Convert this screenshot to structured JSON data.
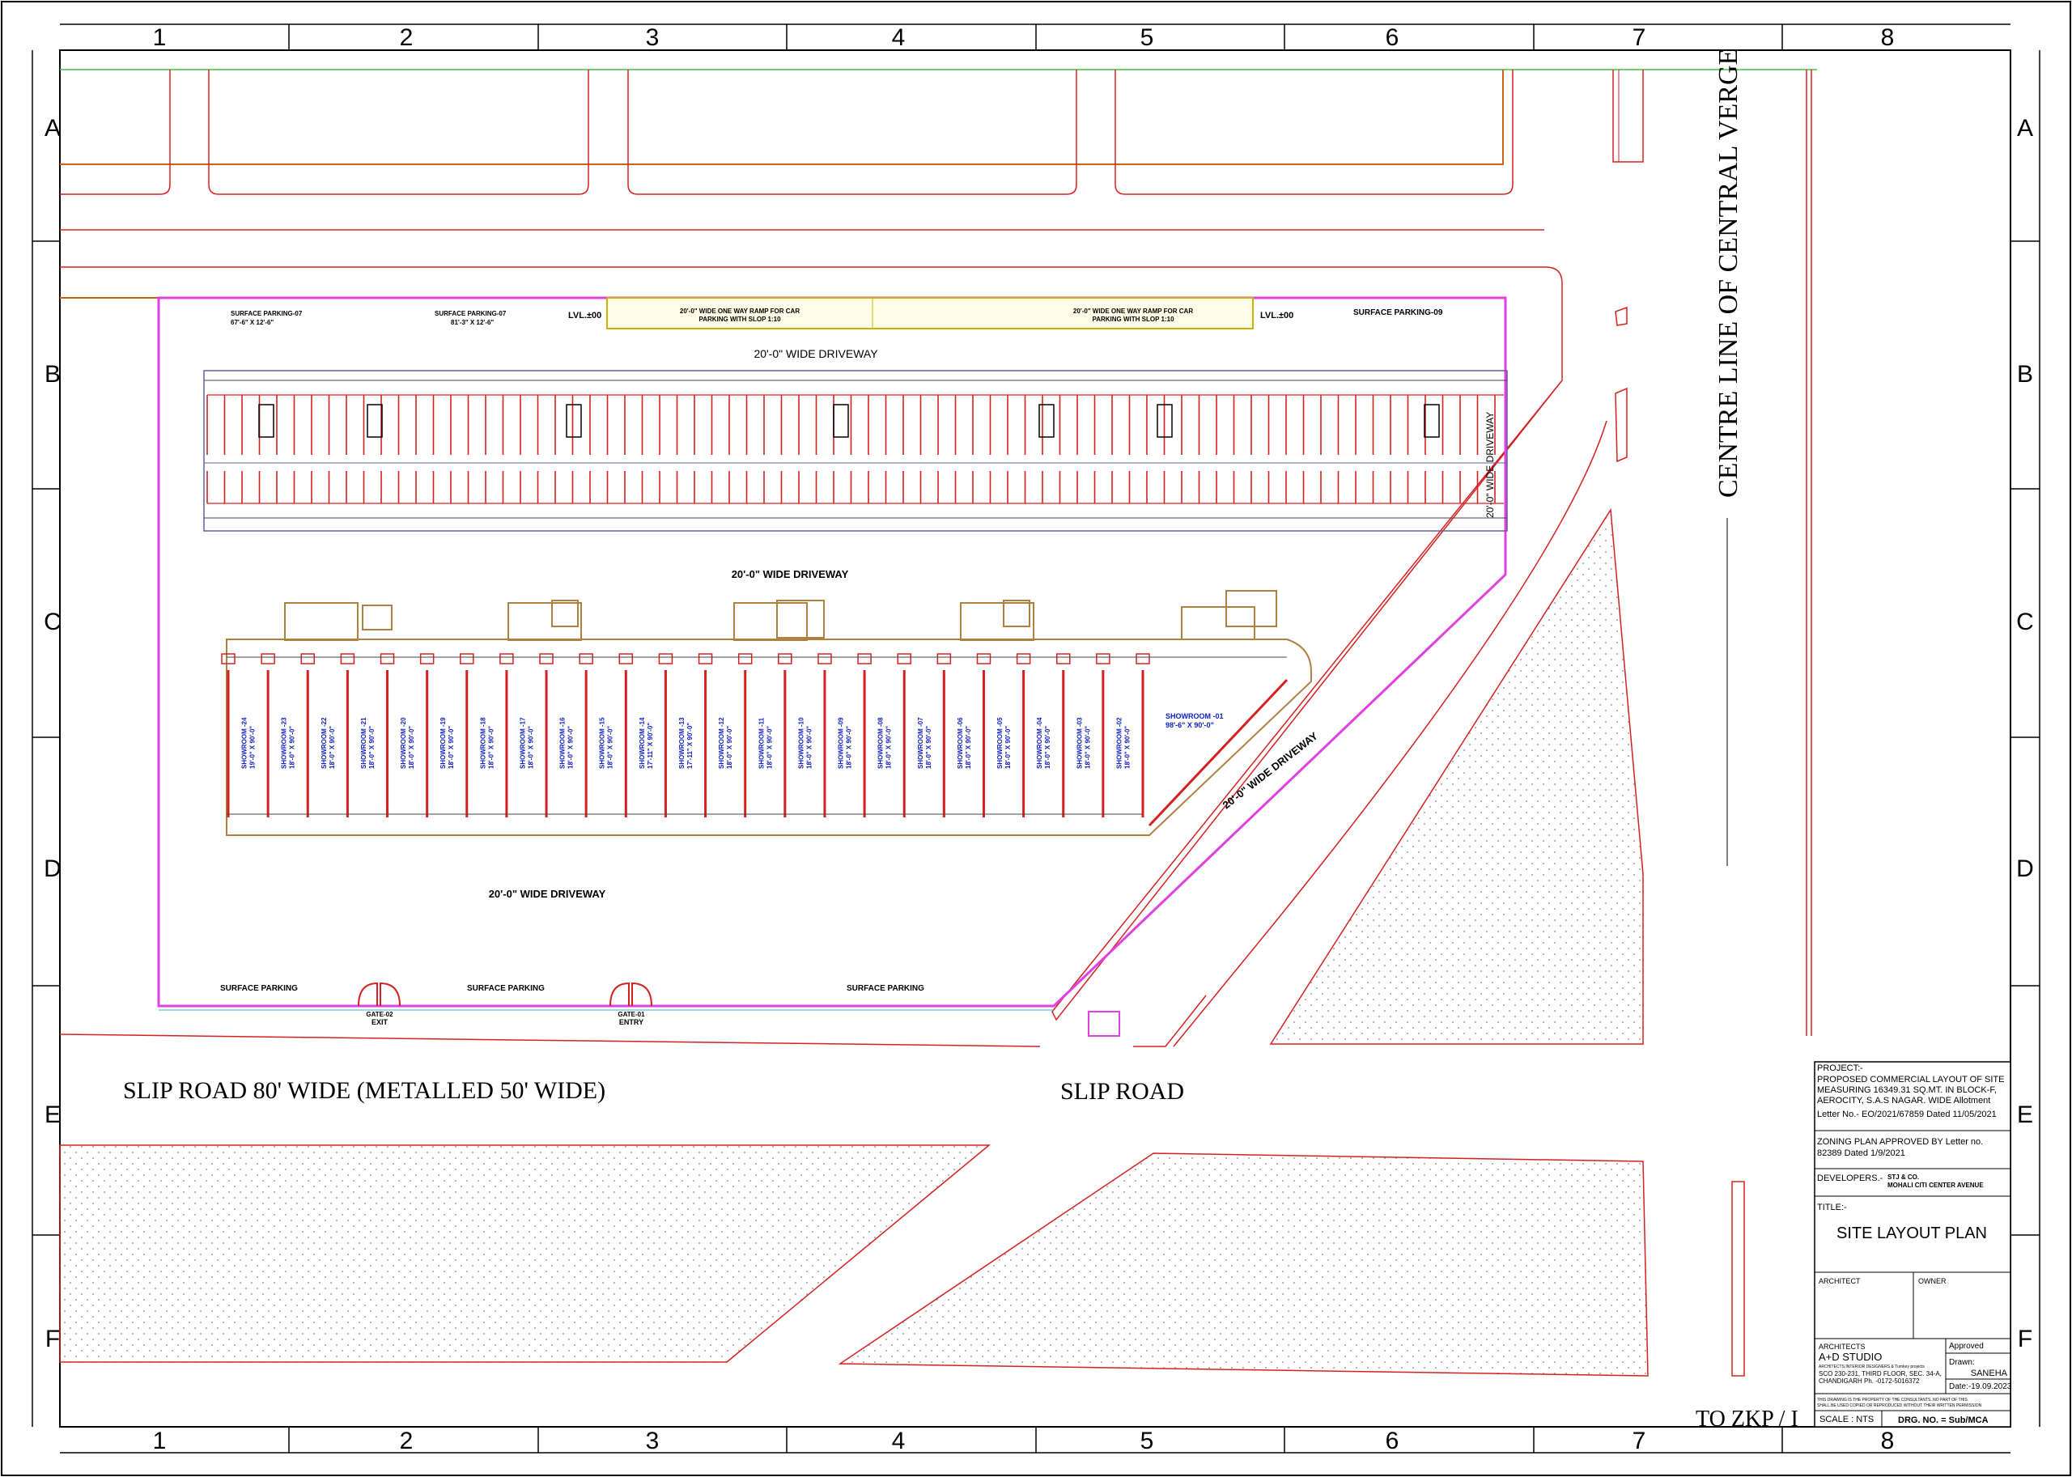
{
  "grid": {
    "columns": [
      "1",
      "2",
      "3",
      "4",
      "5",
      "6",
      "7",
      "8"
    ],
    "rows": [
      "A",
      "B",
      "C",
      "D",
      "E",
      "F"
    ]
  },
  "roads": {
    "central_verge": "CENTRE  LINE OF CENTRAL VERGE",
    "slip_road_main": "SLIP ROAD 80' WIDE (METALLED 50' WIDE)",
    "slip_road": "SLIP ROAD",
    "to_road_partial": "TO  ZKP / I"
  },
  "site": {
    "surface_parking_07a": "SURFACE   PARKING-07",
    "surface_parking_07a_dim": "67'-6\" X 12'-6\"",
    "surface_parking_07b": "SURFACE   PARKING-07",
    "surface_parking_07b_dim": "81'-3\" X 12'-6\"",
    "lvl_left": "LVL.±00",
    "lvl_right": "LVL.±00",
    "ramp_left": "20'-0\" WIDE ONE WAY  RAMP  FOR CAR",
    "ramp_left_2": "PARKING  WITH SLOP 1:10",
    "ramp_right": "20'-0\" WIDE ONE WAY  RAMP  FOR CAR",
    "ramp_right_2": "PARKING  WITH SLOP 1:10",
    "surface_parking_09": "SURFACE   PARKING-09",
    "driveway_top": "20'-0\" WIDE DRIVEWAY",
    "driveway_mid": "20'-0\" WIDE DRIVEWAY",
    "driveway_right": "20'-0\" WIDE DRIVEWAY",
    "driveway_diag": "20'-0\" WIDE DRIVEWAY",
    "driveway_bottom": "20'-0\" WIDE DRIVEWAY",
    "surface_parking_1": "SURFACE   PARKING",
    "surface_parking_2": "SURFACE   PARKING",
    "surface_parking_3": "SURFACE   PARKING",
    "gate_exit_id": "GATE-02",
    "gate_exit": "EXIT",
    "gate_entry_id": "GATE-01",
    "gate_entry": "ENTRY",
    "showroom_01": "SHOWROOM -01",
    "showroom_01_dim": "98'-6\" X 90'-0\""
  },
  "showrooms": [
    {
      "name": "SHOWROOM -24",
      "dim": "19'-0\" X 90'-0\""
    },
    {
      "name": "SHOWROOM -23",
      "dim": "18'-0\" X 90'-0\""
    },
    {
      "name": "SHOWROOM -22",
      "dim": "18'-0\" X 90'-0\""
    },
    {
      "name": "SHOWROOM -21",
      "dim": "18'-0\" X 90'-0\""
    },
    {
      "name": "SHOWROOM -20",
      "dim": "18'-0\" X 90'-0\""
    },
    {
      "name": "SHOWROOM -19",
      "dim": "18'-0\" X 90'-0\""
    },
    {
      "name": "SHOWROOM -18",
      "dim": "18'-0\" X 90'-0\""
    },
    {
      "name": "SHOWROOM -17",
      "dim": "18'-0\" X 90'-0\""
    },
    {
      "name": "SHOWROOM -16",
      "dim": "18'-0\" X 90'-0\""
    },
    {
      "name": "SHOWROOM -15",
      "dim": "18'-0\" X 90'-0\""
    },
    {
      "name": "SHOWROOM -14",
      "dim": "17'-11\" X 90'-0\""
    },
    {
      "name": "SHOWROOM -13",
      "dim": "17'-11\" X 90'-0\""
    },
    {
      "name": "SHOWROOM -12",
      "dim": "18'-0\" X 90'-0\""
    },
    {
      "name": "SHOWROOM -11",
      "dim": "18'-0\" X 90'-0\""
    },
    {
      "name": "SHOWROOM -10",
      "dim": "18'-0\" X 90'-0\""
    },
    {
      "name": "SHOWROOM -09",
      "dim": "18'-0\" X 90'-0\""
    },
    {
      "name": "SHOWROOM -08",
      "dim": "18'-0\" X 90'-0\""
    },
    {
      "name": "SHOWROOM -07",
      "dim": "18'-0\" X 90'-0\""
    },
    {
      "name": "SHOWROOM -06",
      "dim": "18'-0\" X 90'-0\""
    },
    {
      "name": "SHOWROOM -05",
      "dim": "18'-0\" X 90'-0\""
    },
    {
      "name": "SHOWROOM -04",
      "dim": "18'-0\" X 90'-0\""
    },
    {
      "name": "SHOWROOM -03",
      "dim": "18'-0\" X 90'-0\""
    },
    {
      "name": "SHOWROOM -02",
      "dim": "18'-0\" X 90'-0\""
    }
  ],
  "title_block": {
    "project_label": "PROJECT:-",
    "project_1": "PROPOSED COMMERCIAL LAYOUT OF  SITE",
    "project_2": "MEASURING 16349.31 SQ.MT. IN BLOCK-F,",
    "project_3": "AEROCITY, S.A.S NAGAR. WIDE  Allotment",
    "project_4": "Letter No.-  EO/2021/67859  Dated 11/05/2021",
    "zoning_1": "ZONING PLAN APPROVED BY  Letter no.",
    "zoning_2": "82389 Dated  1/9/2021",
    "developers_label": "DEVELOPERS.-",
    "developers_1": "STJ & CO.",
    "developers_2": "MOHALI CITI CENTER AVENUE",
    "title_label": "TITLE:-",
    "title": "SITE LAYOUT PLAN",
    "architect_label": "ARCHITECT",
    "owner_label": "OWNER",
    "architects_label": "ARCHITECTS",
    "studio": "A+D STUDIO",
    "studio_sub": "ARCHITECTS,INTERIOR DESIGNERS & Turnkey projects",
    "studio_addr": "SCO 230-231, THIRD FLOOR, SEC. 34-A,",
    "studio_city": "CHANDIGARH  Ph. -0172-5016372",
    "approved": "Approved",
    "drawn_label": "Drawn:",
    "drawn_by": "SANEHA",
    "date": "Date:-19.09.2023",
    "disclaimer_1": "THIS DRAWING IS THE PROPERTY OF THE CONSULTANTS. NO PART OF THIS",
    "disclaimer_2": "SHALL BE USED COPIED OR REPRODUCED WITHOUT THEIR WRITTEN PERMISSION",
    "scale": "SCALE : NTS",
    "drg_no": "DRG. NO. = Sub/MCA"
  },
  "colors": {
    "boundary": "#e040e0",
    "road_line": "#d62020",
    "accent_blue": "#1020c0",
    "orange_line": "#c86414",
    "green_line": "#40c040",
    "dimension": "#30b0d0"
  }
}
